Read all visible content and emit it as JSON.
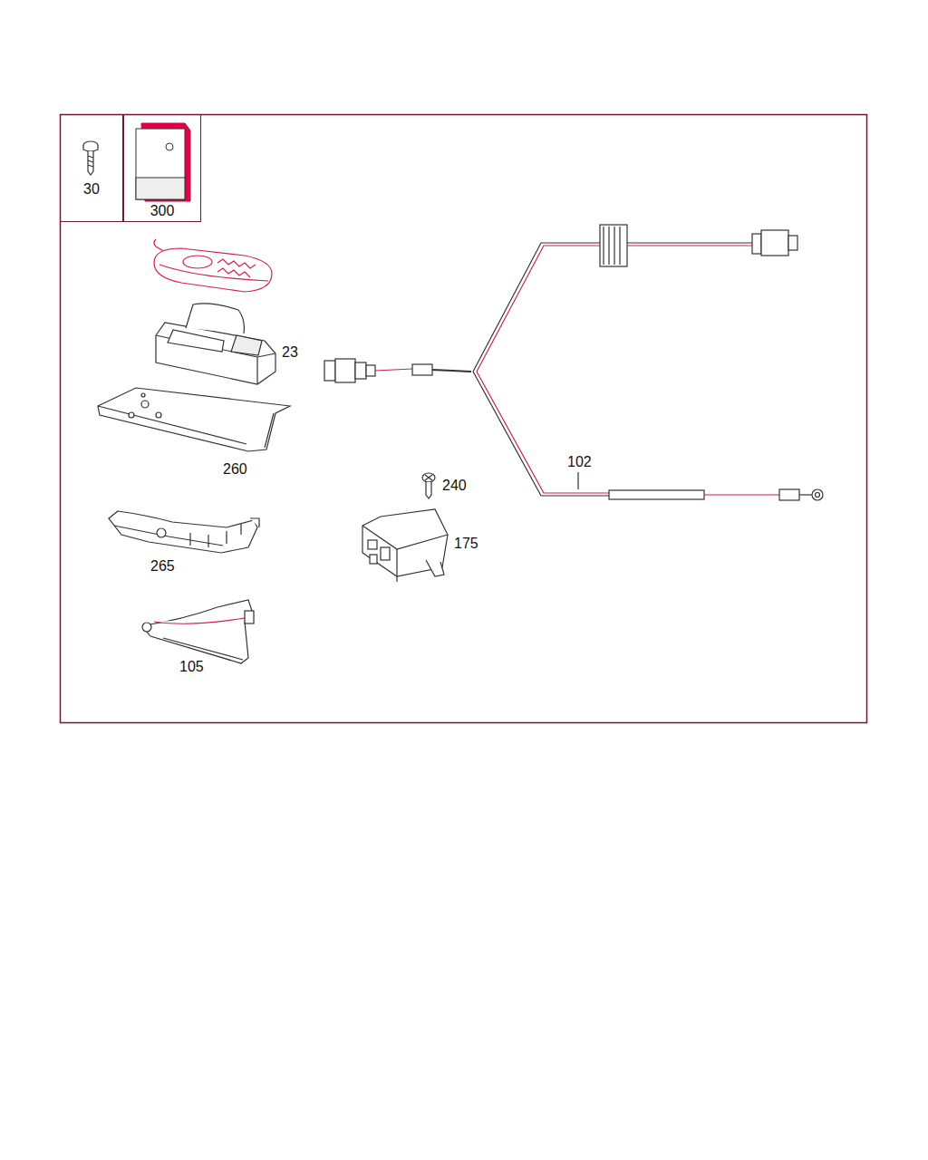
{
  "diagram": {
    "nodes": [
      {
        "text": [
          "30"
        ]
      },
      {
        "text": [
          "300"
        ]
      }
    ],
    "labels": [
      "23",
      "260",
      "265",
      "105",
      "240",
      "175",
      "102"
    ]
  }
}
